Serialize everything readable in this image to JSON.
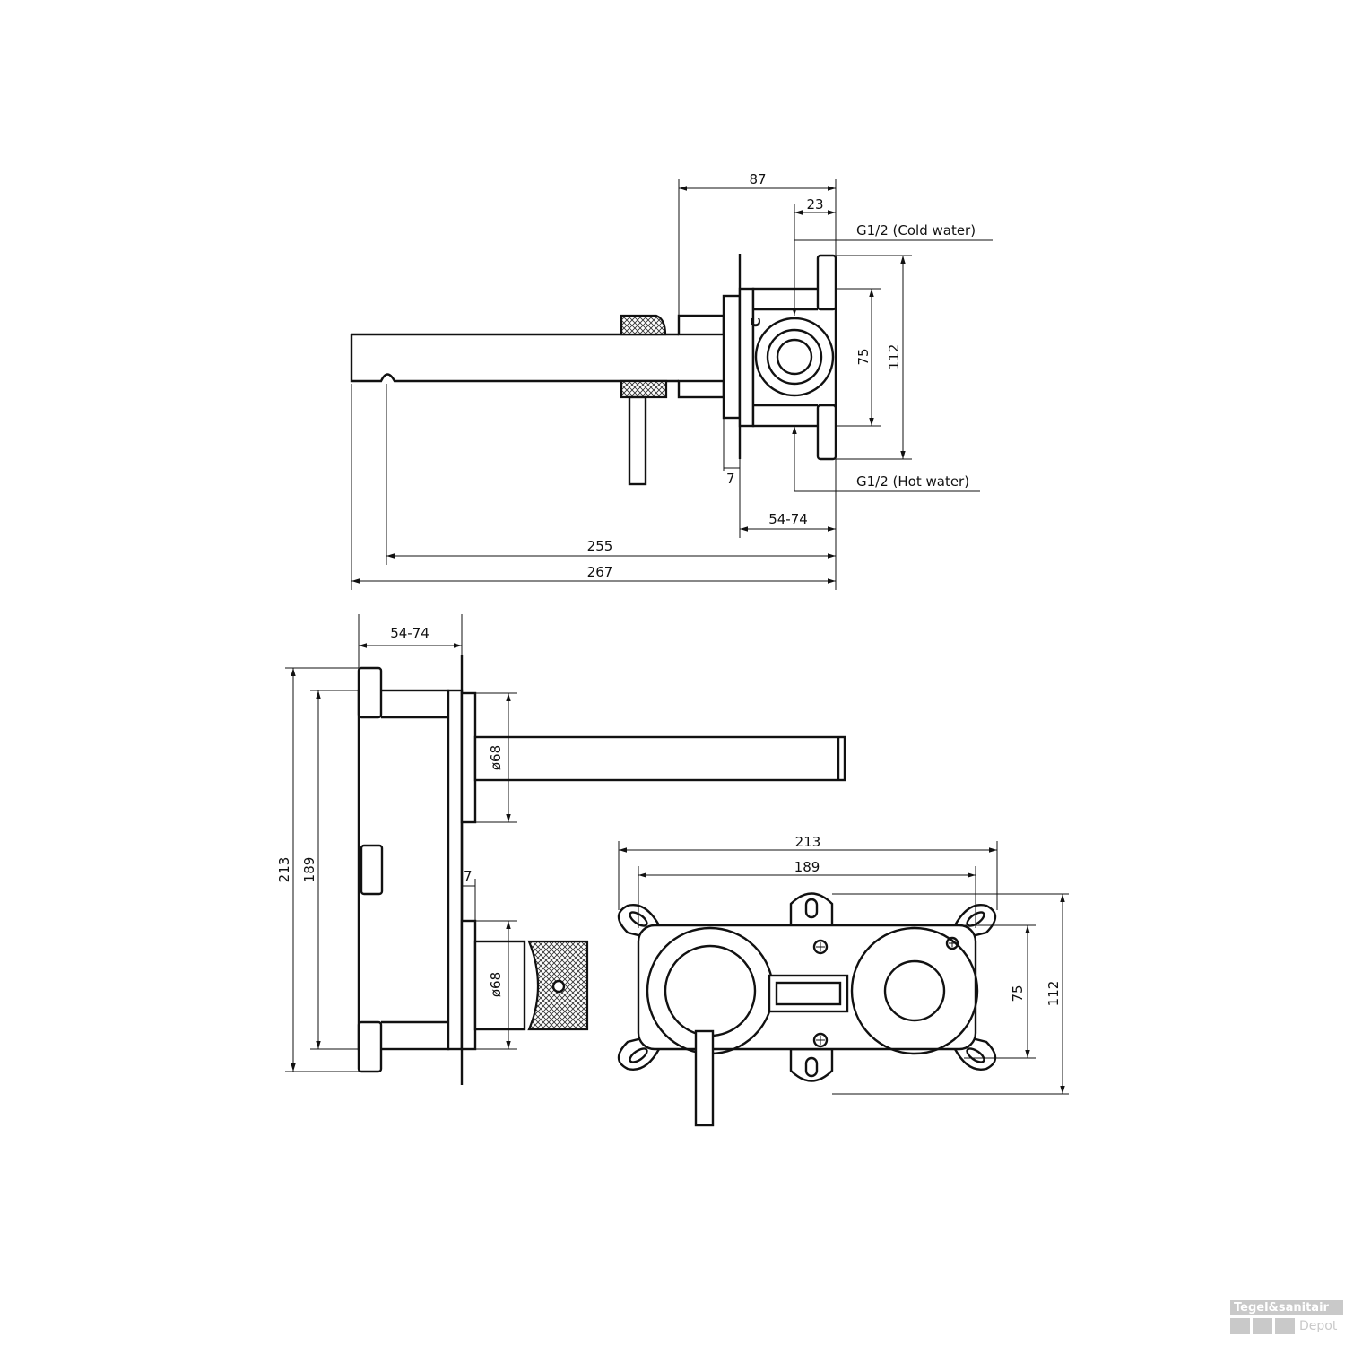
{
  "top_view": {
    "dim_87": "87",
    "dim_23": "23",
    "cold_label": "G1/2 (Cold water)",
    "hot_label": "G1/2 (Hot water)",
    "cold_marker": "C",
    "dim_75": "75",
    "dim_112": "112",
    "dim_7": "7",
    "dim_wall": "54-74",
    "dim_255": "255",
    "dim_267": "267"
  },
  "side_view": {
    "dim_wall": "54-74",
    "dim_213": "213",
    "dim_189": "189",
    "dim_dia_top": "ø68",
    "dim_dia_bottom": "ø68",
    "dim_7": "7"
  },
  "front_view": {
    "dim_213": "213",
    "dim_189": "189",
    "dim_75": "75",
    "dim_112": "112"
  },
  "watermark": {
    "brand": "Tegel&sanitair",
    "sub": "Depot"
  }
}
